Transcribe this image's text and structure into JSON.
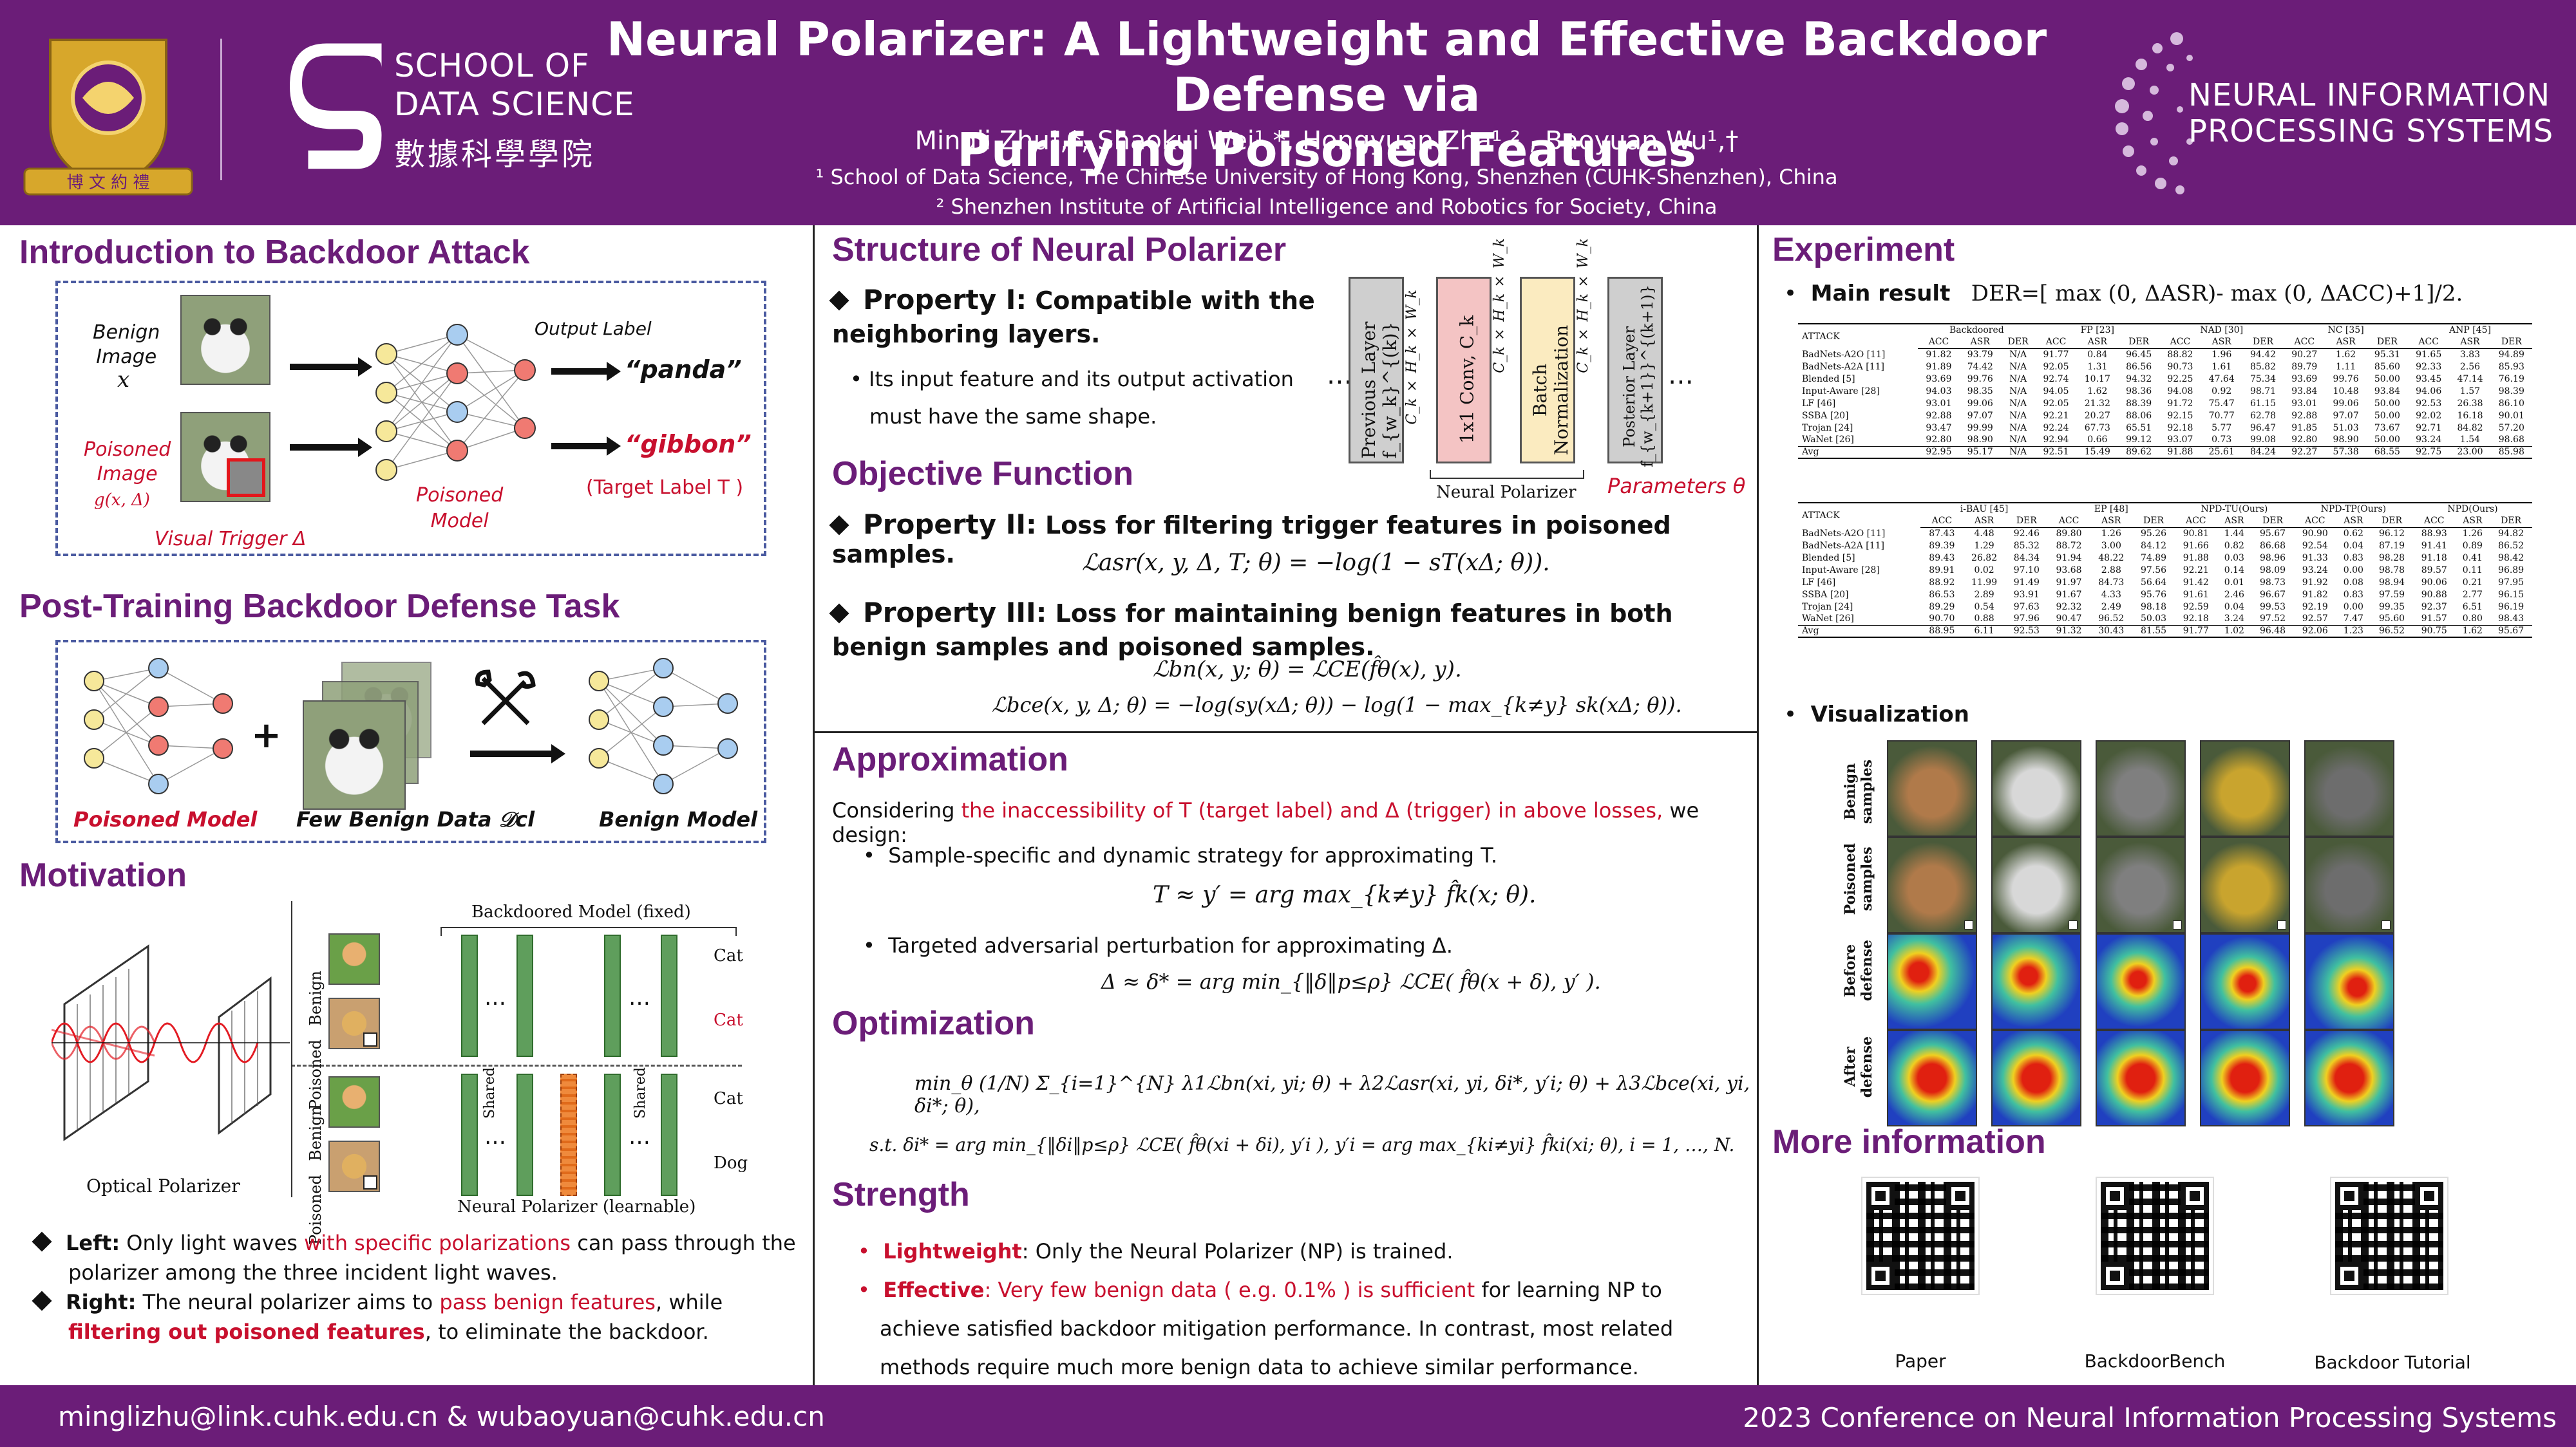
{
  "header": {
    "title_line1": "Neural Polarizer: A Lightweight and Effective Backdoor Defense via",
    "title_line2": "Purifying Poisoned Features",
    "authors": "Mingli Zhu¹,*, Shaokui Wei¹,*, Hongyuan Zha¹,² , Baoyuan Wu¹,†",
    "affil1": "¹ School of Data Science, The Chinese University of Hong Kong, Shenzhen (CUHK-Shenzhen), China",
    "affil2": "² Shenzhen Institute of Artificial Intelligence and Robotics for Society, China",
    "sds_line1": "SCHOOL OF",
    "sds_line2": "DATA SCIENCE",
    "sds_chinese": "數據科學學院",
    "neurips_line1": "NEURAL INFORMATION",
    "neurips_line2": "PROCESSING SYSTEMS",
    "colors": {
      "primary": "#6b1d78",
      "accent_red": "#c8102e"
    }
  },
  "footer": {
    "emails": "minglizhu@link.cuhk.edu.cn & wubaoyuan@cuhk.edu.cn",
    "conference": "2023 Conference on Neural Information Processing Systems"
  },
  "intro": {
    "heading": "Introduction to Backdoor Attack",
    "benign_image": "Benign\nImage",
    "benign_var": "x",
    "poisoned_image": "Poisoned\nImage",
    "poisoned_var": "g(x, Δ)",
    "visual_trigger": "Visual Trigger Δ",
    "poisoned_model": "Poisoned\nModel",
    "output_label": "Output Label",
    "out_panda": "“panda”",
    "out_gibbon": "“gibbon”",
    "target_label": "(Target Label T )"
  },
  "post_training": {
    "heading": "Post-Training Backdoor Defense Task",
    "poisoned_model": "Poisoned Model",
    "few_benign": "Few Benign Data 𝒟cl",
    "benign_model": "Benign Model",
    "plus": "+"
  },
  "motivation": {
    "heading": "Motivation",
    "backdoored_model": "Backdoored Model (fixed)",
    "neural_polarizer": "Neural Polarizer (learnable)",
    "optical_polarizer": "Optical Polarizer",
    "row_labels": [
      "Benign",
      "Poisoned",
      "Benign",
      "Poisoned"
    ],
    "outputs": [
      "Cat",
      "Cat",
      "Cat",
      "Dog"
    ],
    "shared": "Shared",
    "dots": "…",
    "bullet_left_b": "Left:",
    "bullet_left_1": " Only light waves ",
    "bullet_left_red": "with specific polarizations",
    "bullet_left_2": " can pass through the polarizer among the three incident light waves.",
    "bullet_right_b": "Right:",
    "bullet_right_1": " The neural polarizer aims to ",
    "bullet_right_red1": "pass benign features",
    "bullet_right_2": ", while ",
    "bullet_right_red2": "filtering out poisoned features",
    "bullet_right_3": ", to eliminate the backdoor."
  },
  "structure": {
    "heading": "Structure of Neural Polarizer",
    "prop1_b": "Property I:",
    "prop1_t": " Compatible with the neighboring layers.",
    "prop1_sub": "Its input feature and its output activation must have the same shape.",
    "blocks": [
      "Previous Layer f_{w_k}^{(k)}",
      "1x1 Conv, C_k",
      "Batch Normalization",
      "Posterior Layer f_{w_{k+1}}^{(k+1)}"
    ],
    "shape_label": "C_k × H_k × W_k",
    "np_label": "Neural Polarizer",
    "params_label": "Parameters θ",
    "dots": "⋯"
  },
  "objective": {
    "heading": "Objective Function",
    "prop2_b": "Property II:",
    "prop2_t": " Loss for filtering trigger features in poisoned samples.",
    "eq_asr": "ℒasr(x, y, Δ, T; θ) = −log(1 − sT(xΔ; θ)).",
    "prop3_b": "Property III:",
    "prop3_t": " Loss for maintaining benign features in both benign samples and poisoned samples.",
    "eq_bn": "ℒbn(x, y; θ) = ℒCE(f̂θ(x), y).",
    "eq_bce": "ℒbce(x, y, Δ; θ) = −log(sy(xΔ; θ)) − log(1 − max_{k≠y} sk(xΔ; θ))."
  },
  "approximation": {
    "heading": "Approximation",
    "lead_1": "Considering ",
    "lead_red": "the inaccessibility of T (target label) and Δ (trigger) in above losses,",
    "lead_2": " we design:",
    "b1": "Sample-specific and dynamic strategy for approximating T.",
    "eq1": "T ≈ y′ = arg max_{k≠y} f̂k(x; θ).",
    "b2": "Targeted adversarial perturbation for approximating Δ.",
    "eq2": "Δ ≈ δ* = arg min_{‖δ‖p≤ρ} ℒCE( f̂θ(x + δ), y′ )."
  },
  "optimization": {
    "heading": "Optimization",
    "eq_main": "min_θ (1/N) Σ_{i=1}^{N} λ1ℒbn(xi, yi; θ) + λ2ℒasr(xi, yi, δi*, y′i; θ) + λ3ℒbce(xi, yi, δi*; θ),",
    "eq_st": "s.t. δi* = arg min_{‖δi‖p≤ρ} ℒCE( f̂θ(xi + δi), y′i ), y′i = arg max_{ki≠yi} f̂ki(xi; θ), i = 1, …, N."
  },
  "strength": {
    "heading": "Strength",
    "b1_red": "Lightweight",
    "b1_t": ": Only the Neural Polarizer (NP) is trained.",
    "b2_red": "Effective",
    "b2_red2": ": Very few benign data ( e.g. 0.1% ) is sufficient",
    "b2_t": " for learning NP to achieve satisfied backdoor mitigation performance. In contrast, most related methods require much more benign data to achieve similar performance."
  },
  "experiment": {
    "heading": "Experiment",
    "main_result_label": "Main result",
    "der_formula": "DER=[ max (0, ΔASR)- max (0, ΔACC)+1]/2.",
    "table1": {
      "groups": [
        "Backdoored",
        "FP [23]",
        "NAD [30]",
        "NC [35]",
        "ANP [45]"
      ],
      "cols": [
        "ACC",
        "ASR",
        "DER"
      ],
      "rows": [
        [
          "BadNets-A2O [11]",
          "91.82",
          "93.79",
          "N/A",
          "91.77",
          "0.84",
          "96.45",
          "88.82",
          "1.96",
          "94.42",
          "90.27",
          "1.62",
          "95.31",
          "91.65",
          "3.83",
          "94.89"
        ],
        [
          "BadNets-A2A [11]",
          "91.89",
          "74.42",
          "N/A",
          "92.05",
          "1.31",
          "86.56",
          "90.73",
          "1.61",
          "85.82",
          "89.79",
          "1.11",
          "85.60",
          "92.33",
          "2.56",
          "85.93"
        ],
        [
          "Blended [5]",
          "93.69",
          "99.76",
          "N/A",
          "92.74",
          "10.17",
          "94.32",
          "92.25",
          "47.64",
          "75.34",
          "93.69",
          "99.76",
          "50.00",
          "93.45",
          "47.14",
          "76.19"
        ],
        [
          "Input-Aware [28]",
          "94.03",
          "98.35",
          "N/A",
          "94.05",
          "1.62",
          "98.36",
          "94.08",
          "0.92",
          "98.71",
          "93.84",
          "10.48",
          "93.84",
          "94.06",
          "1.57",
          "98.39"
        ],
        [
          "LF [46]",
          "93.01",
          "99.06",
          "N/A",
          "92.05",
          "21.32",
          "88.39",
          "91.72",
          "75.47",
          "61.15",
          "93.01",
          "99.06",
          "50.00",
          "92.53",
          "26.38",
          "86.10"
        ],
        [
          "SSBA [20]",
          "92.88",
          "97.07",
          "N/A",
          "92.21",
          "20.27",
          "88.06",
          "92.15",
          "70.77",
          "62.78",
          "92.88",
          "97.07",
          "50.00",
          "92.02",
          "16.18",
          "90.01"
        ],
        [
          "Trojan [24]",
          "93.47",
          "99.99",
          "N/A",
          "92.24",
          "67.73",
          "65.51",
          "92.18",
          "5.77",
          "96.47",
          "91.85",
          "51.03",
          "73.67",
          "92.71",
          "84.82",
          "57.20"
        ],
        [
          "WaNet [26]",
          "92.80",
          "98.90",
          "N/A",
          "92.94",
          "0.66",
          "99.12",
          "93.07",
          "0.73",
          "99.08",
          "92.80",
          "98.90",
          "50.00",
          "93.24",
          "1.54",
          "98.68"
        ]
      ],
      "avg": [
        "Avg",
        "92.95",
        "95.17",
        "N/A",
        "92.51",
        "15.49",
        "89.62",
        "91.88",
        "25.61",
        "84.24",
        "92.27",
        "57.38",
        "68.55",
        "92.75",
        "23.00",
        "85.98"
      ],
      "attack_header": "ATTACK"
    },
    "table2": {
      "groups": [
        "i-BAU [45]",
        "EP [48]",
        "NPD-TU(Ours)",
        "NPD-TP(Ours)",
        "NPD(Ours)"
      ],
      "cols": [
        "ACC",
        "ASR",
        "DER"
      ],
      "rows": [
        [
          "BadNets-A2O [11]",
          "87.43",
          "4.48",
          "92.46",
          "89.80",
          "1.26",
          "95.26",
          "90.81",
          "1.44",
          "95.67",
          "90.90",
          "0.62",
          "96.12",
          "88.93",
          "1.26",
          "94.82"
        ],
        [
          "BadNets-A2A [11]",
          "89.39",
          "1.29",
          "85.32",
          "88.72",
          "3.00",
          "84.12",
          "91.66",
          "0.82",
          "86.68",
          "92.54",
          "0.04",
          "87.19",
          "91.41",
          "0.89",
          "86.52"
        ],
        [
          "Blended [5]",
          "89.43",
          "26.82",
          "84.34",
          "91.94",
          "48.22",
          "74.89",
          "91.88",
          "0.03",
          "98.96",
          "91.33",
          "0.83",
          "98.28",
          "91.18",
          "0.41",
          "98.42"
        ],
        [
          "Input-Aware [28]",
          "89.91",
          "0.02",
          "97.10",
          "93.68",
          "2.88",
          "97.56",
          "92.21",
          "0.14",
          "98.09",
          "93.24",
          "0.00",
          "98.78",
          "89.57",
          "0.11",
          "96.89"
        ],
        [
          "LF [46]",
          "88.92",
          "11.99",
          "91.49",
          "91.97",
          "84.73",
          "56.64",
          "91.42",
          "0.01",
          "98.73",
          "91.92",
          "0.08",
          "98.94",
          "90.06",
          "0.21",
          "97.95"
        ],
        [
          "SSBA [20]",
          "86.53",
          "2.89",
          "93.91",
          "91.67",
          "4.33",
          "95.76",
          "91.61",
          "2.46",
          "96.67",
          "91.82",
          "0.83",
          "97.59",
          "90.88",
          "2.77",
          "96.15"
        ],
        [
          "Trojan [24]",
          "89.29",
          "0.54",
          "97.63",
          "92.32",
          "2.49",
          "98.18",
          "92.59",
          "0.04",
          "99.53",
          "92.19",
          "0.00",
          "99.35",
          "92.37",
          "6.51",
          "96.19"
        ],
        [
          "WaNet [26]",
          "90.70",
          "0.88",
          "97.96",
          "90.47",
          "96.52",
          "50.03",
          "92.18",
          "3.24",
          "97.52",
          "92.57",
          "7.47",
          "95.60",
          "91.57",
          "0.80",
          "98.43"
        ]
      ],
      "avg": [
        "Avg",
        "88.95",
        "6.11",
        "92.53",
        "91.32",
        "30.43",
        "81.55",
        "91.77",
        "1.02",
        "96.48",
        "92.06",
        "1.23",
        "96.52",
        "90.75",
        "1.62",
        "95.67"
      ],
      "attack_header": "ATTACK"
    },
    "visualization_label": "Visualization",
    "vis_rows": [
      "Benign\nsamples",
      "Poisoned\nsamples",
      "Before\ndefense",
      "After\ndefense"
    ]
  },
  "more_info": {
    "heading": "More information",
    "qr_labels": [
      "Paper",
      "BackdoorBench",
      "Backdoor Tutorial"
    ]
  }
}
